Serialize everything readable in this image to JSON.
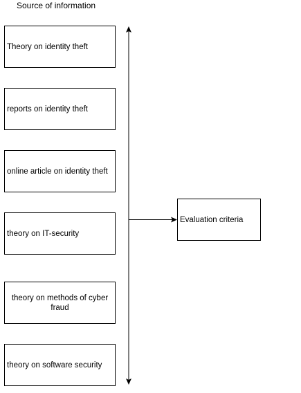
{
  "header": {
    "title": "Source of information"
  },
  "sources": [
    {
      "label": "Theory on identity theft"
    },
    {
      "label": "reports on identity theft"
    },
    {
      "label": "online article on identity theft"
    },
    {
      "label": "theory on IT-security"
    },
    {
      "label": "theory on methods of cyber fraud"
    },
    {
      "label": "theory on software security"
    }
  ],
  "target": {
    "label": "Evaluation criteria"
  }
}
